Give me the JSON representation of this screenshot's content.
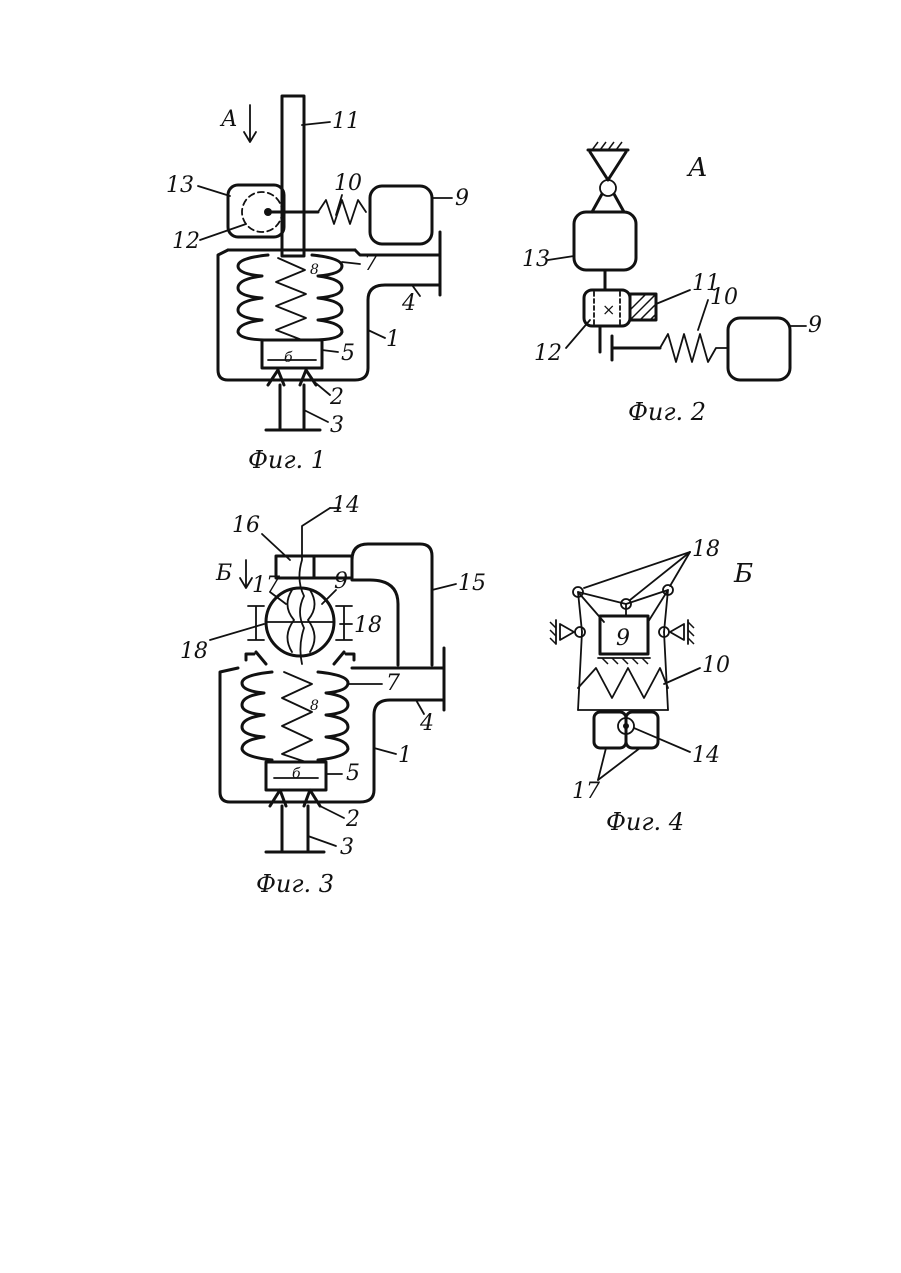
{
  "figures": {
    "fig1": {
      "caption": "Фиг. 1",
      "view_marker": "А",
      "labels": [
        "1",
        "2",
        "3",
        "4",
        "5",
        "б",
        "7",
        "8",
        "9",
        "10",
        "11",
        "12",
        "13"
      ]
    },
    "fig2": {
      "caption": "Фиг. 2",
      "view_title": "А",
      "labels": [
        "9",
        "10",
        "11",
        "12",
        "13"
      ]
    },
    "fig3": {
      "caption": "Фиг. 3",
      "view_marker": "Б",
      "labels": [
        "1",
        "2",
        "3",
        "4",
        "5",
        "б",
        "7",
        "8",
        "9",
        "14",
        "15",
        "16",
        "17",
        "18",
        "18"
      ]
    },
    "fig4": {
      "caption": "Фиг. 4",
      "view_title": "Б",
      "inner_label": "9",
      "labels": [
        "10",
        "14",
        "17",
        "18"
      ]
    }
  }
}
